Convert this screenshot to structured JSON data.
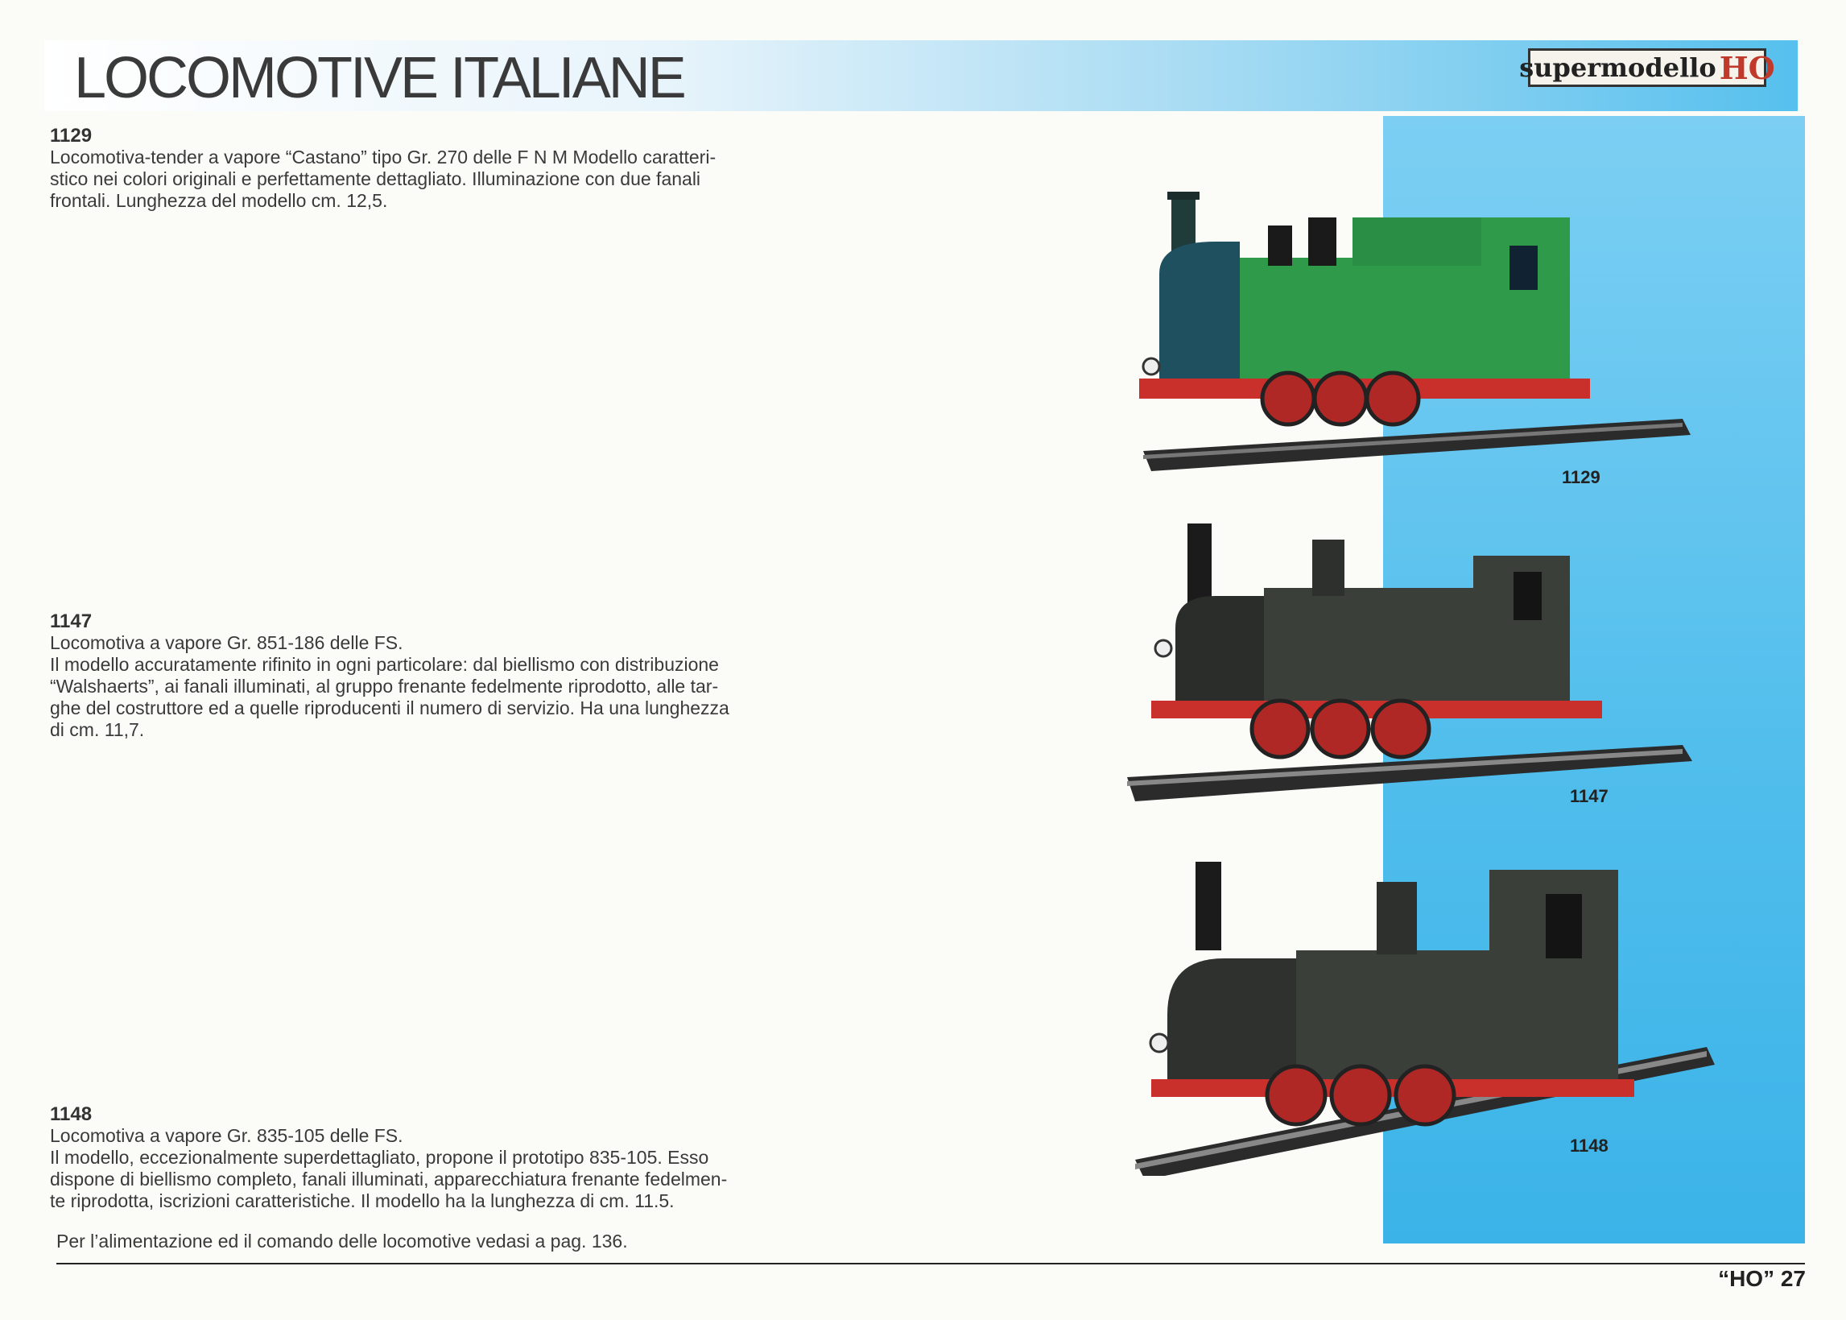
{
  "header": {
    "title": "LOCOMOTIVE ITALIANE",
    "brand_text": "supermodello",
    "brand_mark": "HO"
  },
  "products": [
    {
      "code": "1129",
      "lines": [
        "Locomotiva-tender a vapore “Castano” tipo Gr. 270 delle F N M Modello caratteri-",
        "stico nei colori originali e perfettamente dettagliato. Illuminazione con due fanali",
        "frontali. Lunghezza del modello cm. 12,5."
      ],
      "caption": "1129"
    },
    {
      "code": "1147",
      "lines": [
        "Locomotiva a vapore Gr. 851-186 delle FS.",
        "Il modello accuratamente rifinito in ogni particolare: dal biellismo con distribuzione",
        "“Walshaerts”, ai fanali illuminati, al gruppo frenante fedelmente riprodotto, alle tar-",
        "ghe del costruttore ed a quelle riproducenti il numero di servizio. Ha una lunghezza",
        "di cm. 11,7."
      ],
      "caption": "1147"
    },
    {
      "code": "1148",
      "lines": [
        "Locomotiva a vapore Gr. 835-105 delle FS.",
        "Il modello, eccezionalmente superdettagliato, propone il prototipo 835-105. Esso",
        "dispone di biellismo completo, fanali illuminati, apparecchiatura frenante fedelmen-",
        "te riprodotta, iscrizioni caratteristiche. Il modello ha la lunghezza di cm. 11.5."
      ],
      "caption": "1148"
    }
  ],
  "footnote": "Per l’alimentazione ed il comando delle locomotive vedasi a pag. 136.",
  "page_ref": "“HO” 27",
  "colors": {
    "loco_1129_body": "#2e9a4a",
    "loco_dark_body": "#3b3f3a",
    "wheel_red": "#c9302c",
    "panel_blue": "#4fbdec"
  }
}
